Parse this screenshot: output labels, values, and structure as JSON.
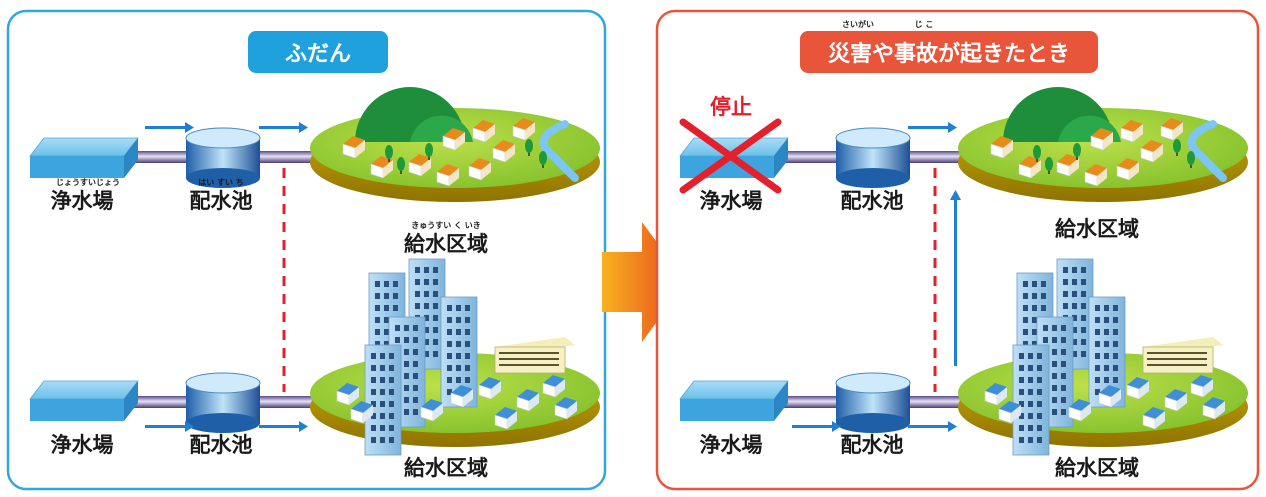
{
  "colors": {
    "normal_border": "#2fa7e0",
    "normal_badge": "#1ea1dc",
    "disaster_border": "#e8553b",
    "disaster_badge": "#e8553b",
    "stop_red": "#e4202c",
    "flow_blue": "#1f7fd6",
    "arrow_orange": "#f28a1e"
  },
  "normal": {
    "title": "ふだん",
    "top": {
      "plant": "浄水場",
      "plant_ruby": "じょうすいじょう",
      "reservoir": "配水池",
      "reservoir_ruby": "はい すい ち",
      "area": "給水区域",
      "area_ruby": "きゅうすい く いき"
    },
    "bottom": {
      "plant": "浄水場",
      "reservoir": "配水池",
      "area": "給水区域"
    }
  },
  "disaster": {
    "title": "災害や事故が起きたとき",
    "title_ruby_1": "さいがい",
    "title_ruby_2": "じ こ",
    "stop_label": "停止",
    "top": {
      "plant": "浄水場",
      "reservoir": "配水池",
      "area": "給水区域"
    },
    "bottom": {
      "plant": "浄水場",
      "reservoir": "配水池",
      "area": "給水区域"
    }
  },
  "icons": [
    "arrow-right-icon",
    "stop-cross-icon",
    "flow-arrow-icon"
  ]
}
